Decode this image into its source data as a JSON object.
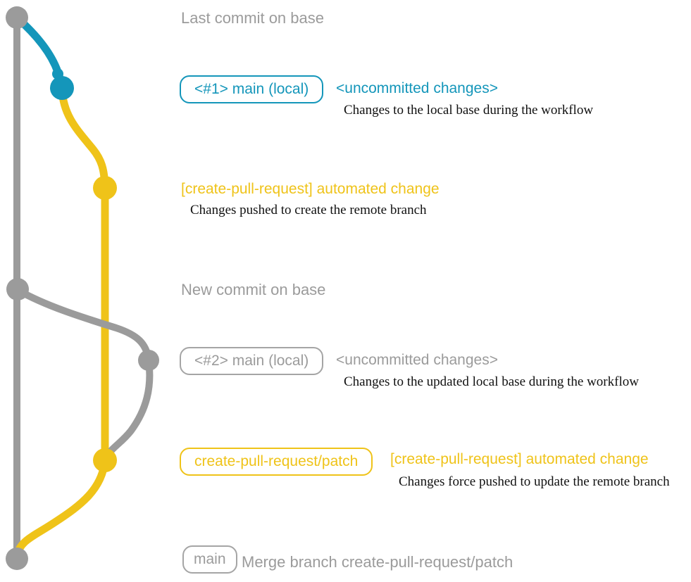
{
  "colors": {
    "gray": "#9b9b9b",
    "teal": "#1496ba",
    "yellow": "#efc319",
    "desc_text": "#111111"
  },
  "annotations": {
    "last_commit": "Last commit on base",
    "new_commit": "New commit on base",
    "merge_message": "Merge branch create-pull-request/patch"
  },
  "branch_labels": {
    "local_main_1": "<#1> main (local)",
    "local_main_2": "<#2> main (local)",
    "patch_branch": "create-pull-request/patch",
    "main_final": "main"
  },
  "events": {
    "uncommitted_1": {
      "title": "<uncommitted changes>",
      "description": "Changes to the local base during the workflow"
    },
    "automated_1": {
      "title": "[create-pull-request] automated change",
      "description": "Changes pushed to create the remote branch"
    },
    "uncommitted_2": {
      "title": "<uncommitted changes>",
      "description": "Changes to the updated local base during the workflow"
    },
    "automated_2": {
      "title": "[create-pull-request] automated change",
      "description": "Changes force pushed to update the remote branch"
    }
  }
}
